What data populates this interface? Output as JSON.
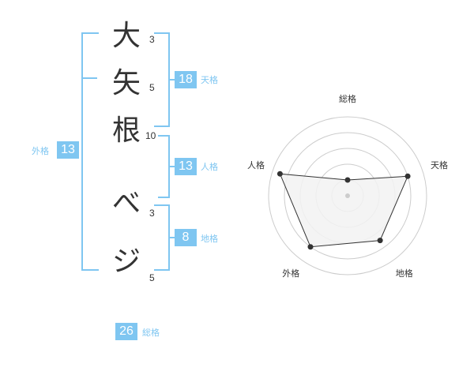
{
  "colors": {
    "accent": "#7fc6f1",
    "text": "#333333",
    "radar_fill": "#f2f2f2",
    "radar_line": "#333333",
    "grid": "#cccccc"
  },
  "name": {
    "chars": [
      {
        "char": "大",
        "strokes": "3"
      },
      {
        "char": "矢",
        "strokes": "5"
      },
      {
        "char": "根",
        "strokes": "10"
      },
      {
        "char": "べ",
        "strokes": "3"
      },
      {
        "char": "ジ",
        "strokes": "5"
      }
    ]
  },
  "kaku": {
    "tenkaku": {
      "label": "天格",
      "value": "18"
    },
    "jinkaku": {
      "label": "人格",
      "value": "13"
    },
    "chikaku": {
      "label": "地格",
      "value": "8"
    },
    "gaikaku": {
      "label": "外格",
      "value": "13"
    },
    "soukaku": {
      "label": "総格",
      "value": "26"
    }
  },
  "chart_data": {
    "type": "radar",
    "axes": [
      "総格",
      "天格",
      "地格",
      "外格",
      "人格"
    ],
    "values": [
      1.0,
      4.0,
      3.5,
      4.0,
      4.5
    ],
    "max": 5,
    "rings": 5
  }
}
